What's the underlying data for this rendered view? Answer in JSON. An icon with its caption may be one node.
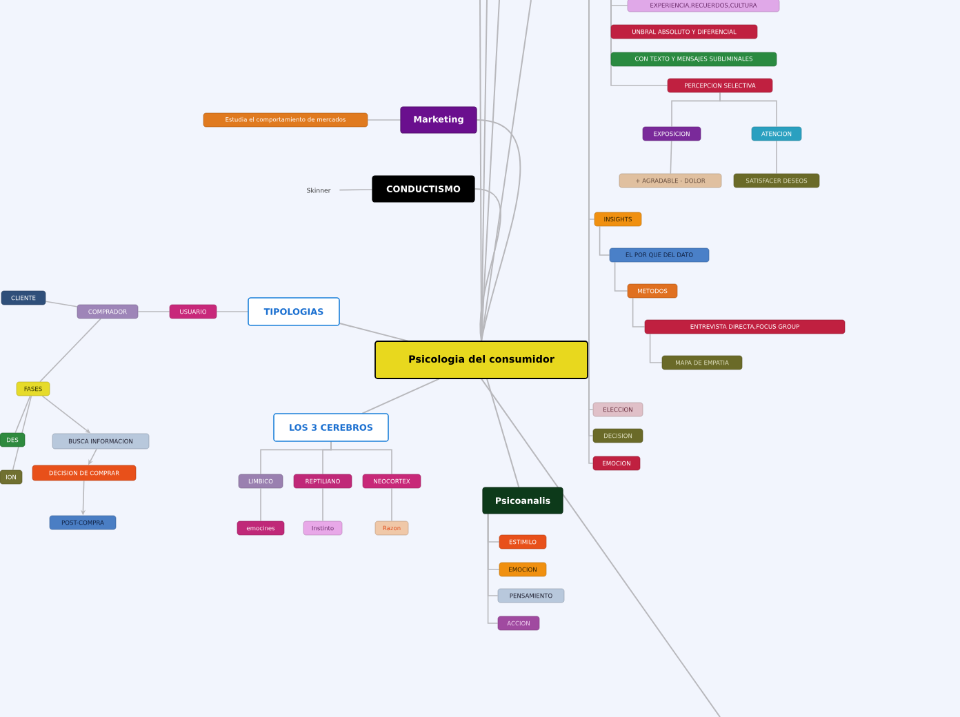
{
  "diagram": {
    "nodes": [
      {
        "text": [
          "Psicologia del consumidor"
        ]
      },
      {
        "text": [
          "Marketing"
        ]
      },
      {
        "text": [
          "Estudia el comportamiento de mercados"
        ]
      },
      {
        "text": [
          "CONDUCTISMO"
        ]
      },
      {
        "text": [
          "Skinner"
        ]
      },
      {
        "text": [
          "TIPOLOGIAS"
        ]
      },
      {
        "text": [
          "USUARIO"
        ]
      },
      {
        "text": [
          "COMPRADOR"
        ]
      },
      {
        "text": [
          "CLIENTE"
        ]
      },
      {
        "text": [
          "FASES"
        ]
      },
      {
        "text": [
          "DES"
        ]
      },
      {
        "text": [
          "ION"
        ]
      },
      {
        "text": [
          "BUSCA INFORMACION"
        ]
      },
      {
        "text": [
          "DECISION DE COMPRAR"
        ]
      },
      {
        "text": [
          "POST-COMPRA"
        ]
      },
      {
        "text": [
          "LOS 3 CEREBROS"
        ]
      },
      {
        "text": [
          "LIMBICO"
        ]
      },
      {
        "text": [
          "REPTILIANO"
        ]
      },
      {
        "text": [
          "NEOCORTEX"
        ]
      },
      {
        "text": [
          "emocines"
        ]
      },
      {
        "text": [
          "Instinto"
        ]
      },
      {
        "text": [
          "Razon"
        ]
      },
      {
        "text": [
          "Psicoanalis"
        ]
      },
      {
        "text": [
          "ESTIMILO"
        ]
      },
      {
        "text": [
          "EMOCION"
        ]
      },
      {
        "text": [
          "PENSAMIENTO"
        ]
      },
      {
        "text": [
          "ACCION"
        ]
      },
      {
        "text": [
          "EXPERIENCIA,RECUERDOS,CULTURA"
        ]
      },
      {
        "text": [
          "UNBRAL ABSOLUTO Y DIFERENCIAL"
        ]
      },
      {
        "text": [
          "CON TEXTO Y MENSAJES SUBLIMINALES"
        ]
      },
      {
        "text": [
          "PERCEPCION SELECTIVA"
        ]
      },
      {
        "text": [
          "EXPOSICION"
        ]
      },
      {
        "text": [
          "ATENCION"
        ]
      },
      {
        "text": [
          "+ AGRADABLE - DOLOR"
        ]
      },
      {
        "text": [
          "SATISFACER DESEOS"
        ]
      },
      {
        "text": [
          "INSIGHTS"
        ]
      },
      {
        "text": [
          "EL POR QUE DEL DATO"
        ]
      },
      {
        "text": [
          "METODOS"
        ]
      },
      {
        "text": [
          "ENTREVISTA DIRECTA,FOCUS GROUP"
        ]
      },
      {
        "text": [
          "MAPA DE EMPATIA"
        ]
      },
      {
        "text": [
          "ELECCION"
        ]
      },
      {
        "text": [
          "DECISION"
        ]
      },
      {
        "text": [
          "EMOCION"
        ]
      }
    ],
    "edges": [
      {
        "from": 0,
        "to": 1,
        "arrow": "none"
      },
      {
        "from": 1,
        "to": 2,
        "arrow": "none"
      },
      {
        "from": 0,
        "to": 3,
        "arrow": "none"
      },
      {
        "from": 3,
        "to": 4,
        "arrow": "none"
      },
      {
        "from": 0,
        "to": 5,
        "arrow": "none"
      },
      {
        "from": 5,
        "to": 6,
        "arrow": "none"
      },
      {
        "from": 6,
        "to": 7,
        "arrow": "none"
      },
      {
        "from": 7,
        "to": 8,
        "arrow": "none"
      },
      {
        "from": 7,
        "to": 9,
        "arrow": "none"
      },
      {
        "from": 9,
        "to": 10,
        "arrow": "none"
      },
      {
        "from": 9,
        "to": 11,
        "arrow": "none"
      },
      {
        "from": 9,
        "to": 12,
        "arrow": "to"
      },
      {
        "from": 12,
        "to": 13,
        "arrow": "to"
      },
      {
        "from": 13,
        "to": 14,
        "arrow": "to"
      },
      {
        "from": 0,
        "to": 15,
        "arrow": "none"
      },
      {
        "from": 15,
        "to": 16,
        "arrow": "none"
      },
      {
        "from": 15,
        "to": 17,
        "arrow": "none"
      },
      {
        "from": 15,
        "to": 18,
        "arrow": "none"
      },
      {
        "from": 16,
        "to": 19,
        "arrow": "none"
      },
      {
        "from": 17,
        "to": 20,
        "arrow": "none"
      },
      {
        "from": 18,
        "to": 21,
        "arrow": "none"
      },
      {
        "from": 0,
        "to": 22,
        "arrow": "none"
      },
      {
        "from": 22,
        "to": 23,
        "arrow": "none"
      },
      {
        "from": 22,
        "to": 24,
        "arrow": "none"
      },
      {
        "from": 22,
        "to": 25,
        "arrow": "none"
      },
      {
        "from": 22,
        "to": 26,
        "arrow": "none"
      },
      {
        "from": null,
        "to": 27,
        "arrow": "none"
      },
      {
        "from": null,
        "to": 28,
        "arrow": "none"
      },
      {
        "from": null,
        "to": 29,
        "arrow": "none"
      },
      {
        "from": null,
        "to": 30,
        "arrow": "none"
      },
      {
        "from": 30,
        "to": 31,
        "arrow": "none"
      },
      {
        "from": 30,
        "to": 32,
        "arrow": "none"
      },
      {
        "from": 31,
        "to": 33,
        "arrow": "none"
      },
      {
        "from": 32,
        "to": 34,
        "arrow": "none"
      },
      {
        "from": null,
        "to": 35,
        "arrow": "none"
      },
      {
        "from": 35,
        "to": 36,
        "arrow": "none"
      },
      {
        "from": 36,
        "to": 37,
        "arrow": "none"
      },
      {
        "from": 37,
        "to": 38,
        "arrow": "none"
      },
      {
        "from": 38,
        "to": 39,
        "arrow": "none"
      },
      {
        "from": null,
        "to": 40,
        "arrow": "none"
      },
      {
        "from": null,
        "to": 41,
        "arrow": "none"
      },
      {
        "from": null,
        "to": 42,
        "arrow": "none"
      },
      {
        "from": 0,
        "to": null,
        "arrow": "none"
      },
      {
        "from": 0,
        "to": null,
        "arrow": "none"
      },
      {
        "from": 0,
        "to": null,
        "arrow": "none"
      },
      {
        "from": 0,
        "to": null,
        "arrow": "none"
      },
      {
        "from": 0,
        "to": null,
        "arrow": "none"
      }
    ]
  }
}
